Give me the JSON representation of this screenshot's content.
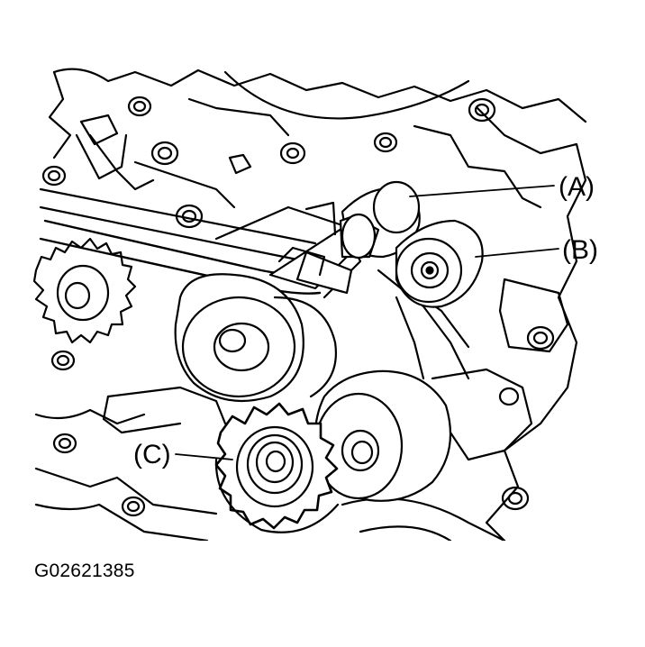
{
  "figure": {
    "id_code": "G02621385",
    "callouts": {
      "a": "(A)",
      "b": "(B)",
      "c": "(C)"
    },
    "line_color": "#000000",
    "background": "#ffffff"
  }
}
